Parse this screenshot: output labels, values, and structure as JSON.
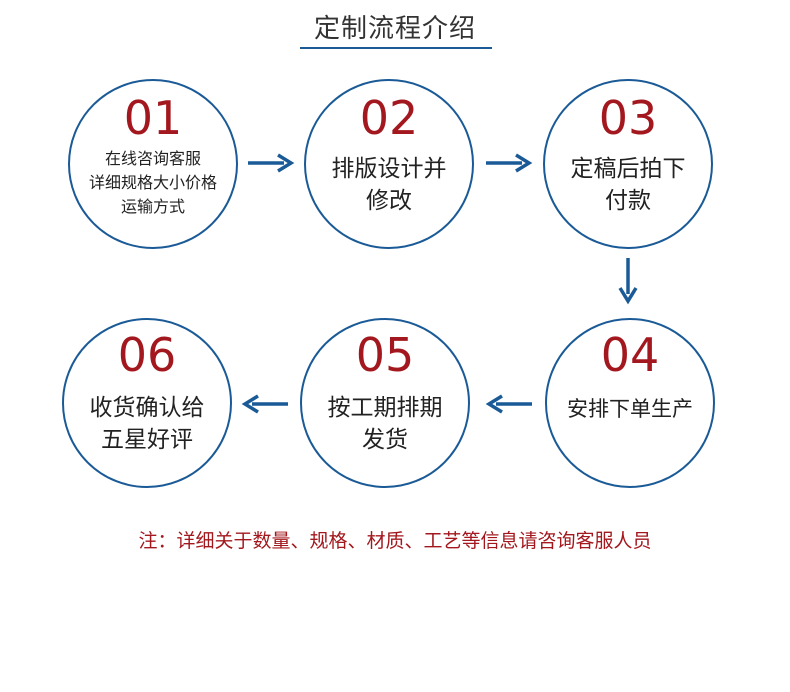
{
  "title": "定制流程介绍",
  "steps": [
    {
      "num": "01",
      "lines": [
        "在线咨询客服",
        "详细规格大小价格",
        "运输方式"
      ]
    },
    {
      "num": "02",
      "lines": [
        "排版设计并",
        "修改"
      ]
    },
    {
      "num": "03",
      "lines": [
        "定稿后拍下",
        "付款"
      ]
    },
    {
      "num": "04",
      "lines": [
        "安排下单生产"
      ]
    },
    {
      "num": "05",
      "lines": [
        "按工期排期",
        "发货"
      ]
    },
    {
      "num": "06",
      "lines": [
        "收货确认给",
        "五星好评"
      ]
    }
  ],
  "note": "注：详细关于数量、规格、材质、工艺等信息请咨询客服人员",
  "colors": {
    "accent": "#1a5a96",
    "number": "#a3181e",
    "note": "#a3181e"
  }
}
